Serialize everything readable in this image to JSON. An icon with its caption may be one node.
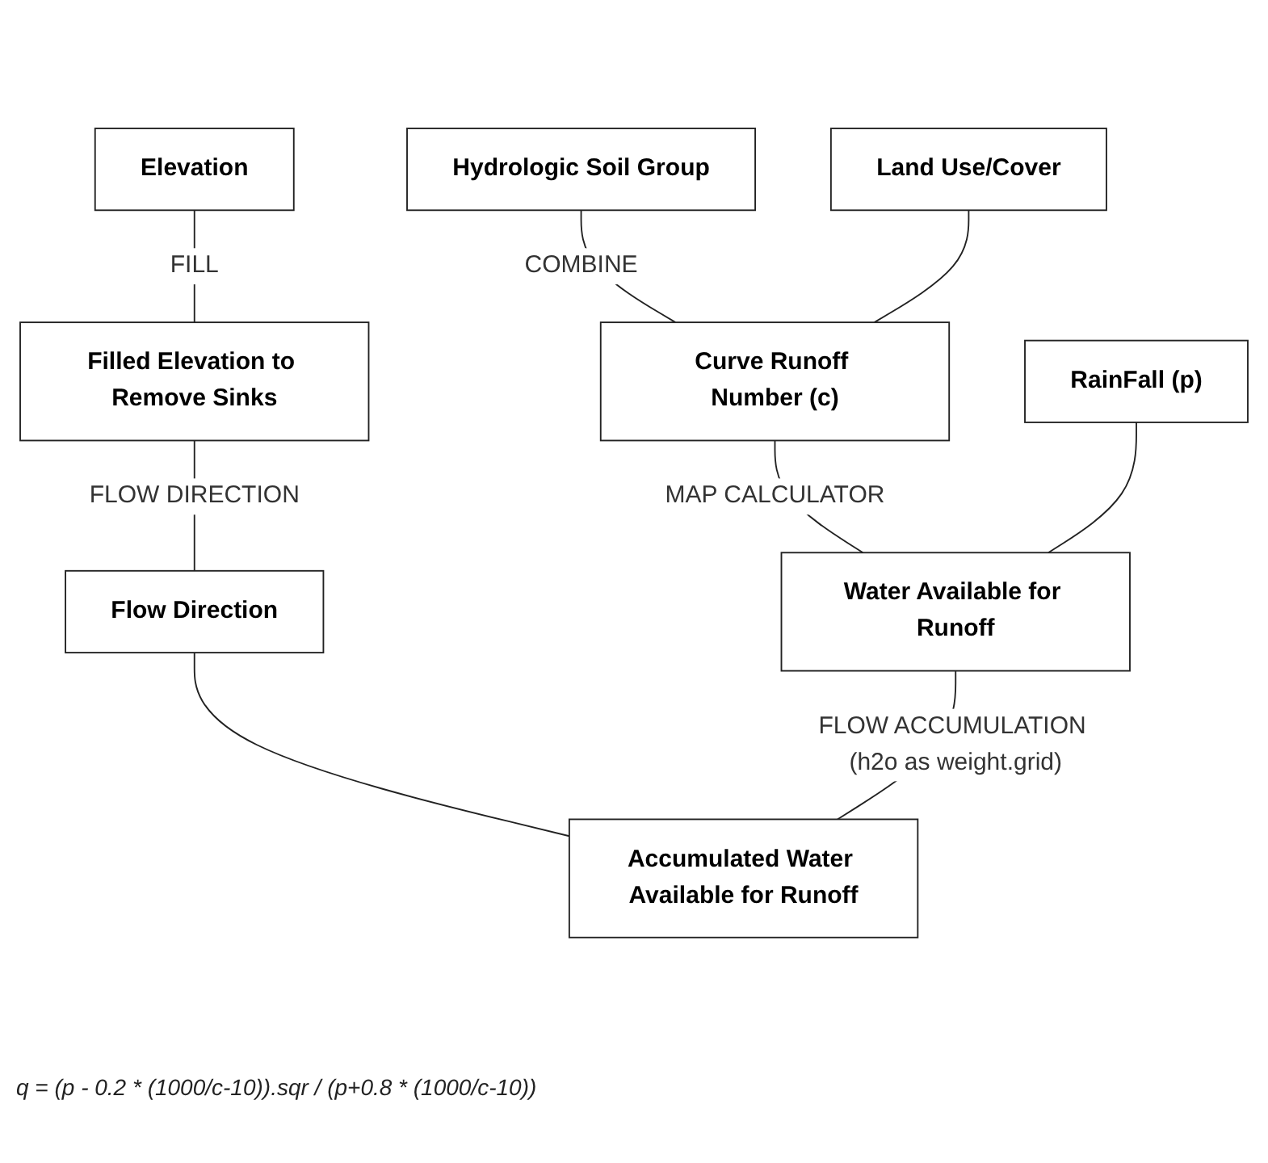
{
  "diagram": {
    "nodes": [
      {
        "text": [
          "Hydrologic Soil Group"
        ]
      },
      {
        "text": [
          "Land Use/Cover"
        ]
      },
      {
        "text": [
          "Curve Runoff Number (c)"
        ]
      },
      {
        "text": [
          "RainFall (p)"
        ]
      },
      {
        "text": [
          "Water Available for Runoff"
        ]
      },
      {
        "text": [
          "Elevation"
        ]
      },
      {
        "text": [
          "Filled Elevation to Remove Sinks"
        ]
      },
      {
        "text": [
          "Flow Direction"
        ]
      },
      {
        "text": [
          "Accumulated Water Available for Runoff"
        ]
      }
    ],
    "edges": [
      {
        "from": 0,
        "to": 2,
        "arrow": "none",
        "label": "COMBINE"
      },
      {
        "from": 1,
        "to": 2,
        "arrow": "none"
      },
      {
        "from": 2,
        "to": 4,
        "arrow": "none",
        "label": "MAP CALCULATOR"
      },
      {
        "from": 3,
        "to": 4,
        "arrow": "none"
      },
      {
        "from": 5,
        "to": 6,
        "arrow": "none",
        "label": "FILL"
      },
      {
        "from": 6,
        "to": 7,
        "arrow": "none",
        "label": "FLOW DIRECTION"
      },
      {
        "from": 7,
        "to": 8,
        "arrow": "none"
      },
      {
        "from": 4,
        "to": 8,
        "arrow": "none",
        "label": "FLOW ACCUMULATION (h2o as weight.grid)"
      }
    ],
    "labels": [
      "q = (p - 0.2 * (1000/c-10)).sqr / (p+0.8 * (1000/c-10))"
    ]
  }
}
